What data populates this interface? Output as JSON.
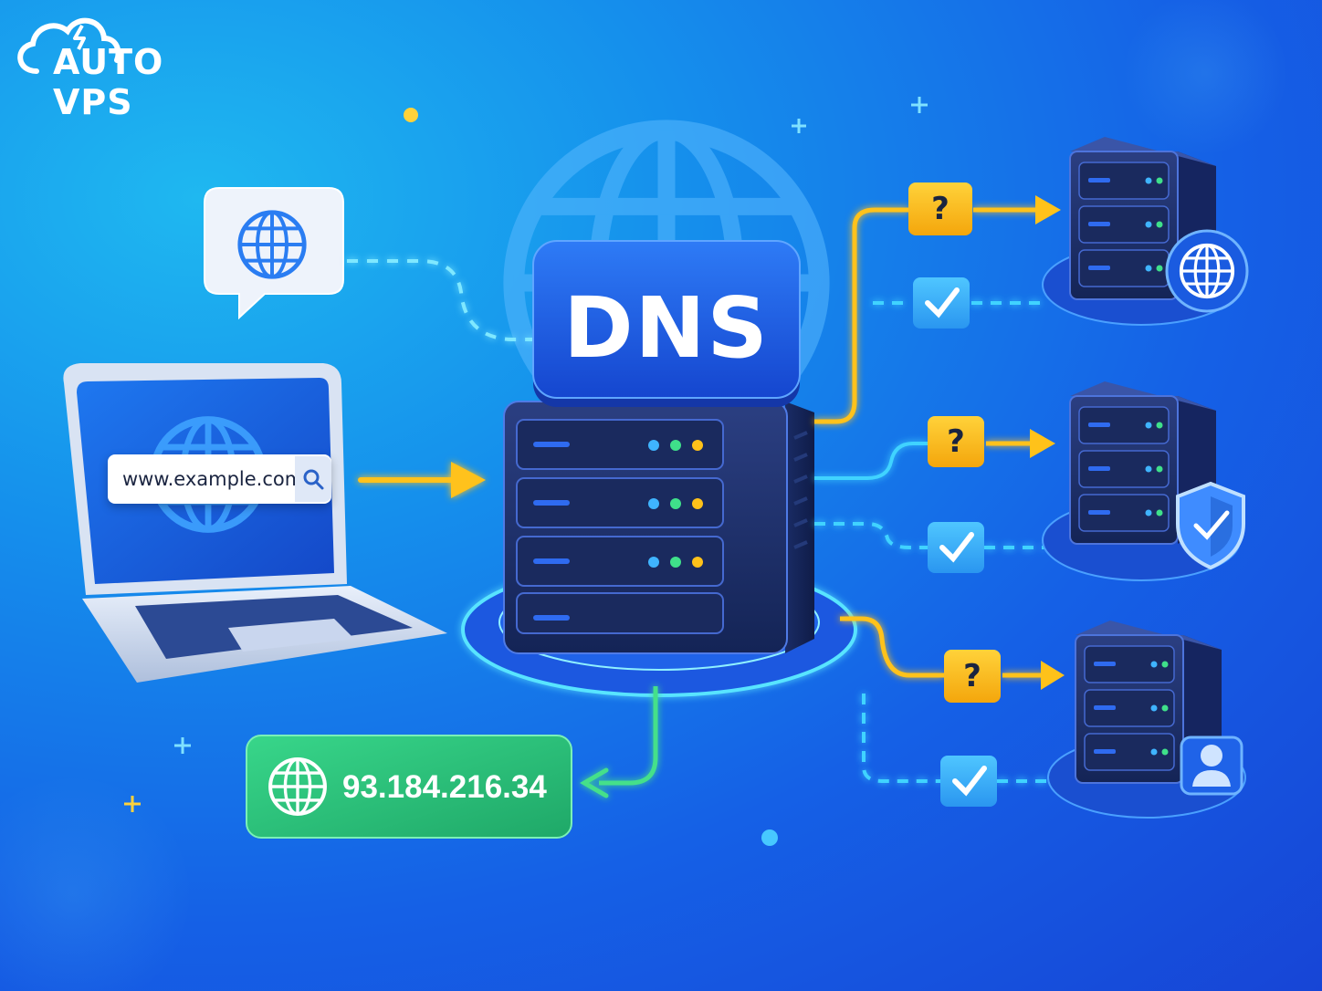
{
  "brand": {
    "name": "AUTO VPS"
  },
  "dns": {
    "label": "DNS"
  },
  "client": {
    "url": "www.example.com"
  },
  "result": {
    "ip": "93.184.216.34"
  },
  "query_marks": [
    "?",
    "?",
    "?"
  ],
  "icons": {
    "brand": "cloud-lightning-icon",
    "speech": "globe-icon",
    "search": "search-icon",
    "result": "globe-icon",
    "check": "check-icon",
    "server_badges": [
      "globe-icon",
      "shield-check-icon",
      "user-icon"
    ]
  },
  "colors": {
    "background": "#1560e6",
    "query_arrow": "#ffc21a",
    "answer_line": "#3fd3ff",
    "result_box": "#2fc27a",
    "dns_box": "#1a5ee8"
  }
}
